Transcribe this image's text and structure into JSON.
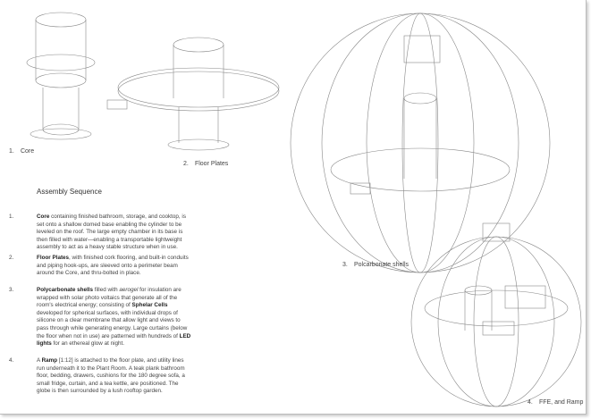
{
  "captions": [
    {
      "num": "1.",
      "label": "Core"
    },
    {
      "num": "2.",
      "label": "Floor Plates"
    },
    {
      "num": "3.",
      "label": "Polcarbonate shells"
    },
    {
      "num": "4.",
      "label": "FFE, and Ramp"
    }
  ],
  "title": "Assembly Sequence",
  "items": [
    {
      "num": "1.",
      "bold": "Core",
      "text": " containing finished bathroom, storage, and cooktop, is set onto a shallow domed base enabling the cylinder to be leveled on the roof. The large empty chamber in its base is then filled with water—enabling a transportable lightweight assembly to act as a heavy stable structure when in use."
    },
    {
      "num": "2.",
      "bold": "Floor Plates",
      "text": ", with finished cork flooring, and built-in conduits and piping hook-ups, are sleeved onto a perimeter beam around the Core, and thru-bolted in place."
    },
    {
      "num": "3.",
      "bold": "Polycarbonate shells",
      "t1": " filled with ",
      "em": "aerogel",
      "t2": " for insulation are wrapped with solar photo voltaics that generate all of the room's electrical energy; consisting of ",
      "bold2": "Sphelar Cells",
      "t3": " developed for spherical surfaces, with individual drops of silicone on a clear membrane that allow light and views to pass through while generating energy. Large curtains (below the floor when not in use) are patterned with hundreds of ",
      "bold3": "LED lights",
      "t4": " for an ethereal glow at night."
    },
    {
      "num": "4.",
      "t0": "A ",
      "bold": "Ramp",
      "text": " [1:12] is attached to the floor plate, and utility lines run underneath it to the Plant Room. A teak plank bathroom floor, bedding, drawers, cushions for the 180 degree sofa, a small fridge, curtain, and a tea kettle, are positioned. The globe is then surrounded by a lush rooftop garden."
    }
  ]
}
